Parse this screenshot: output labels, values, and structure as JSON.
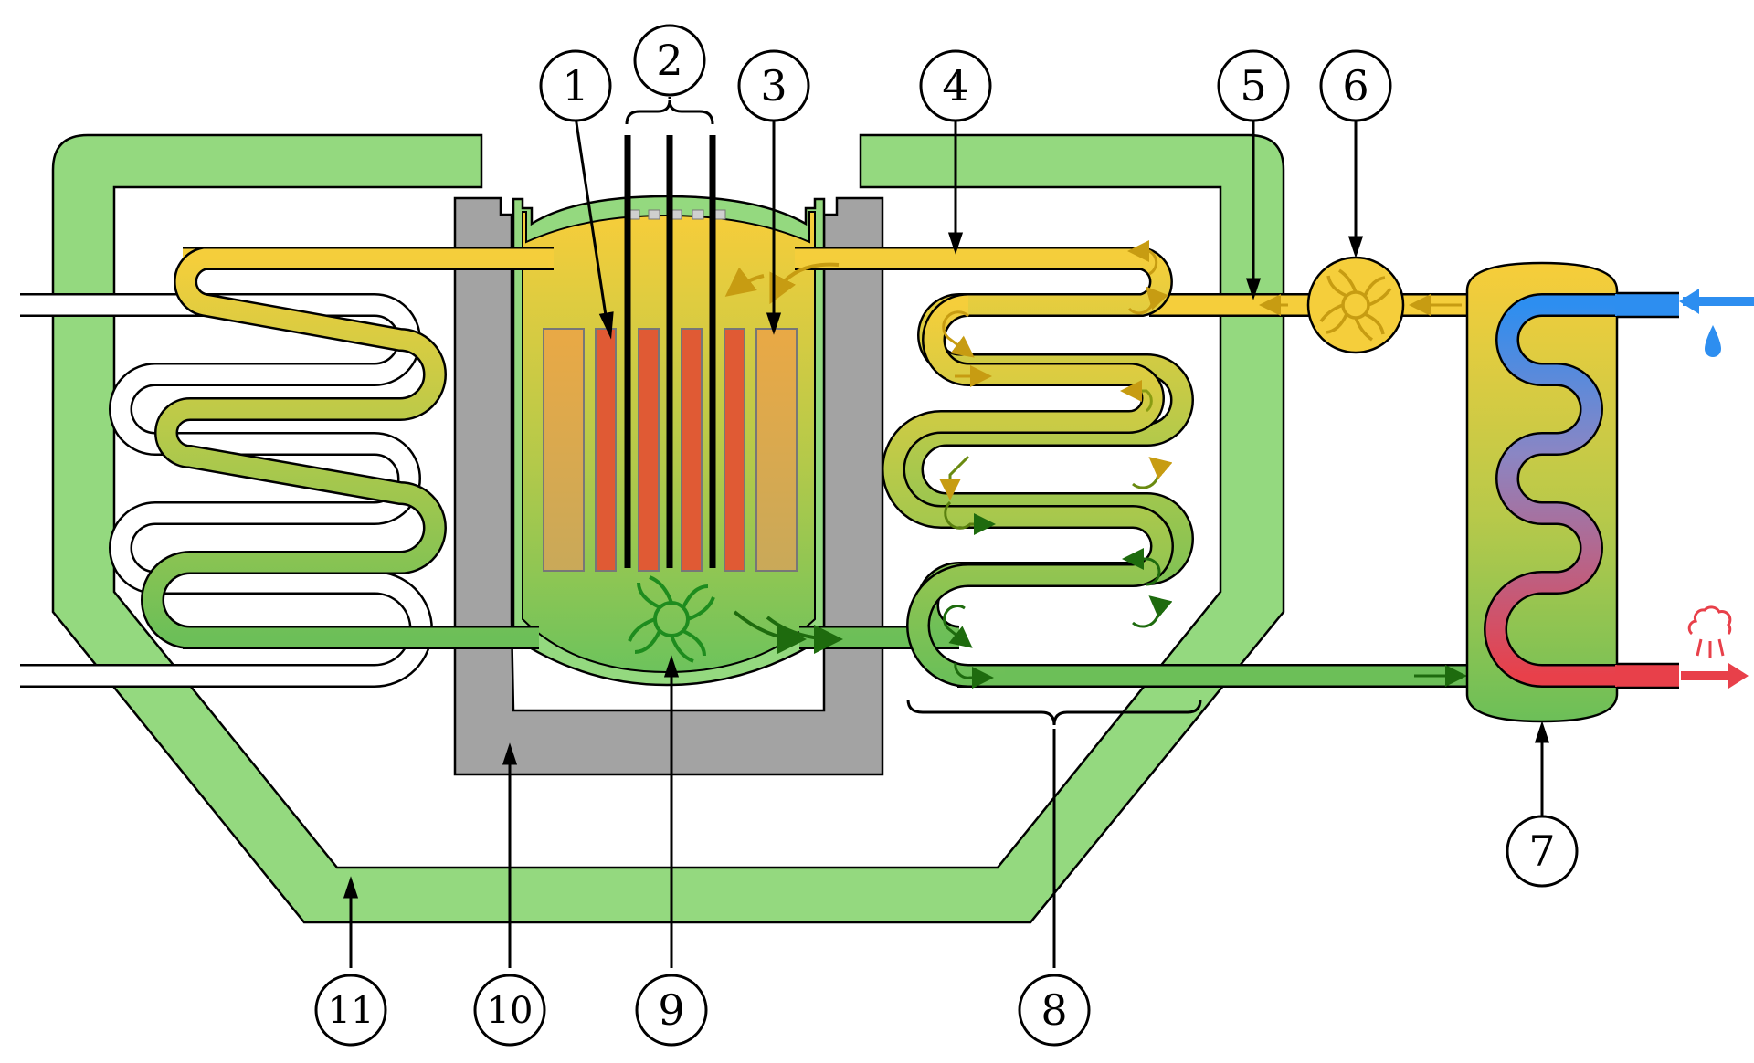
{
  "diagram": {
    "callouts": [
      {
        "number": "1",
        "part": ""
      },
      {
        "number": "2",
        "part": ""
      },
      {
        "number": "3",
        "part": ""
      },
      {
        "number": "4",
        "part": ""
      },
      {
        "number": "5",
        "part": ""
      },
      {
        "number": "6",
        "part": ""
      },
      {
        "number": "7",
        "part": ""
      },
      {
        "number": "8",
        "part": ""
      },
      {
        "number": "9",
        "part": ""
      },
      {
        "number": "10",
        "part": ""
      },
      {
        "number": "11",
        "part": ""
      }
    ],
    "icons": {
      "water_drop": "water-drop-icon",
      "steam": "steam-icon",
      "fan": "fan-icon"
    },
    "colors": {
      "containment_green": "#94d97f",
      "shield_grey": "#a3a3a3",
      "coolant_hot": "#f5cf3c",
      "coolant_cold": "#6cc05a",
      "fuel_rod": "#e05a34",
      "reflector": "#e6a845",
      "water_in": "#2d8ef0",
      "steam_out": "#e83a3a",
      "arrow_dark_green": "#1e6b0e",
      "arrow_gold": "#c79c12"
    }
  }
}
